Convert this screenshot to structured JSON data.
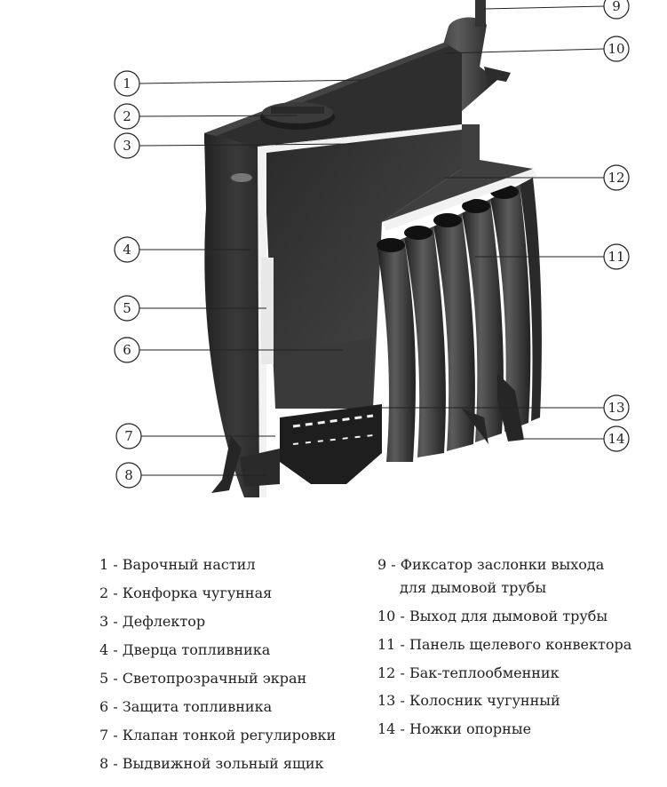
{
  "callouts": [
    "1",
    "2",
    "3",
    "4",
    "5",
    "6",
    "7",
    "8",
    "9",
    "10",
    "11",
    "12",
    "13",
    "14"
  ],
  "legend": {
    "left": [
      "1 - Варочный настил",
      "2 - Конфорка чугунная",
      "3 - Дефлектор",
      "4 - Дверца топливника",
      "5 - Светопрозрачный экран",
      "6 - Защита топливника",
      "7 - Клапан тонкой регулировки",
      "8 - Выдвижной зольный ящик"
    ],
    "right_first_line": "9 - Фиксатор заслонки выхода",
    "right_first_cont": "для дымовой трубы",
    "right": [
      "10 - Выход для дымовой трубы",
      "11 - Панель щелевого конвектора",
      "12 - Бак-теплообменник",
      "13 - Колосник чугунный",
      "14 - Ножки опорные"
    ]
  },
  "colors": {
    "stove_dark": "#2b2b2b",
    "stove_mid": "#3d3d3d",
    "stove_light": "#5a5a5a",
    "cut_edge": "#f2f2f2"
  },
  "icons": {
    "stove": "stove-cutaway-illustration"
  }
}
